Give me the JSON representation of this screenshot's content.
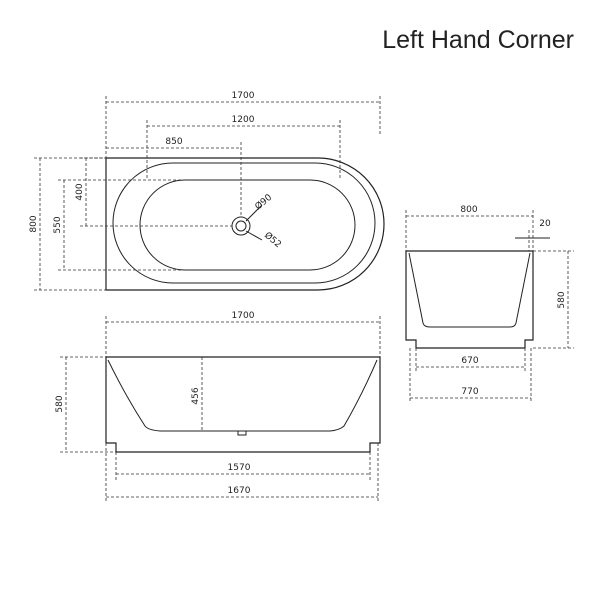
{
  "title": "Left Hand Corner",
  "top_view": {
    "overall_length": "1700",
    "inner_length": "1200",
    "waste_offset_x": "850",
    "overall_width": "800",
    "inner_width": "550",
    "waste_offset_y": "400",
    "overflow_dia": "Ø90",
    "waste_dia": "Ø52"
  },
  "front_view": {
    "top_length": "1700",
    "height": "580",
    "inner_depth": "456",
    "base_inner": "1570",
    "base_outer": "1670"
  },
  "side_view": {
    "top_width": "800",
    "rim": "20",
    "height": "580",
    "base_inner": "670",
    "base_outer": "770"
  }
}
